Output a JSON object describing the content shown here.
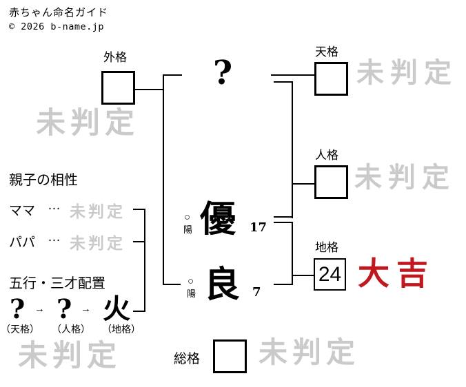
{
  "header": {
    "title": "赤ちゃん命名ガイド",
    "copyright": "© 2026 b-name.jp"
  },
  "kaku": {
    "gaikaku": {
      "label": "外格",
      "value": "",
      "result": "未判定"
    },
    "tenkaku": {
      "label": "天格",
      "value": "",
      "result": "未判定"
    },
    "jinkaku": {
      "label": "人格",
      "value": "",
      "result": "未判定"
    },
    "chikaku": {
      "label": "地格",
      "value": "24",
      "result": "大吉"
    },
    "soukaku": {
      "label": "総格",
      "value": "",
      "result": "未判定"
    }
  },
  "name": {
    "surname_char": "?",
    "given": [
      {
        "char": "優",
        "strokes": "17",
        "mark": "○",
        "element": "陽"
      },
      {
        "char": "良",
        "strokes": "7",
        "mark": "○",
        "element": "陽"
      }
    ]
  },
  "compatibility": {
    "title": "親子の相性",
    "rows": [
      {
        "label": "ママ",
        "dots": "…",
        "result": "未判定"
      },
      {
        "label": "パパ",
        "dots": "…",
        "result": "未判定"
      }
    ]
  },
  "gogyo": {
    "title": "五行・三才配置",
    "arrow": "→",
    "items": [
      {
        "symbol": "?",
        "label": "（天格）"
      },
      {
        "symbol": "?",
        "label": "（人格）"
      },
      {
        "symbol": "火",
        "label": "（地格）"
      }
    ],
    "result": "未判定"
  },
  "colors": {
    "lucky_red": "#c0181e",
    "undetermined_gray": "#cacaca"
  }
}
